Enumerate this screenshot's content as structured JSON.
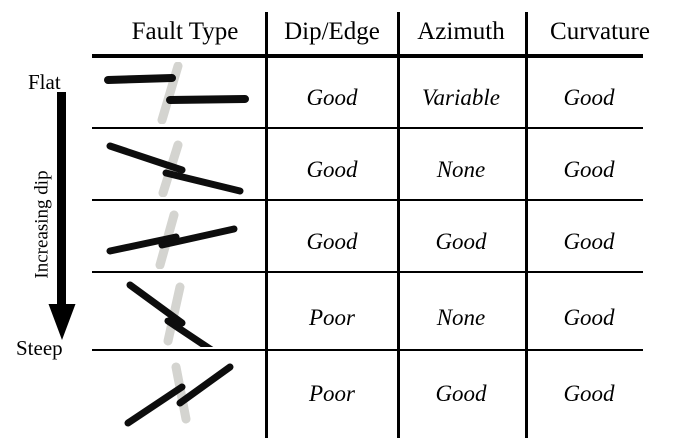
{
  "figure": {
    "axis": {
      "top_label": "Flat",
      "bottom_label": "Steep",
      "direction_label": "Increasing dip",
      "arrow_icon": "down-arrow-icon"
    },
    "table": {
      "columns": [
        {
          "key": "fault_type",
          "label": "Fault Type"
        },
        {
          "key": "dip_edge",
          "label": "Dip/Edge"
        },
        {
          "key": "azimuth",
          "label": "Azimuth"
        },
        {
          "key": "curvature",
          "label": "Curvature"
        }
      ],
      "rows": [
        {
          "id": "row-1",
          "sketch": "fault-sketch-flat",
          "dip_edge": "Good",
          "azimuth": "Variable",
          "curvature": "Good"
        },
        {
          "id": "row-2",
          "sketch": "fault-sketch-shallow-dip",
          "dip_edge": "Good",
          "azimuth": "None",
          "curvature": "Good"
        },
        {
          "id": "row-3",
          "sketch": "fault-sketch-moderate-dip",
          "dip_edge": "Good",
          "azimuth": "Good",
          "curvature": "Good"
        },
        {
          "id": "row-4",
          "sketch": "fault-sketch-steep-dip-down",
          "dip_edge": "Poor",
          "azimuth": "None",
          "curvature": "Good"
        },
        {
          "id": "row-5",
          "sketch": "fault-sketch-steep-dip-up",
          "dip_edge": "Poor",
          "azimuth": "Good",
          "curvature": "Good"
        }
      ]
    },
    "colors": {
      "rule": "#000000",
      "horizon_line": "#0d0d0d",
      "fault_plane": "#d4d4d0",
      "background": "#ffffff"
    }
  }
}
